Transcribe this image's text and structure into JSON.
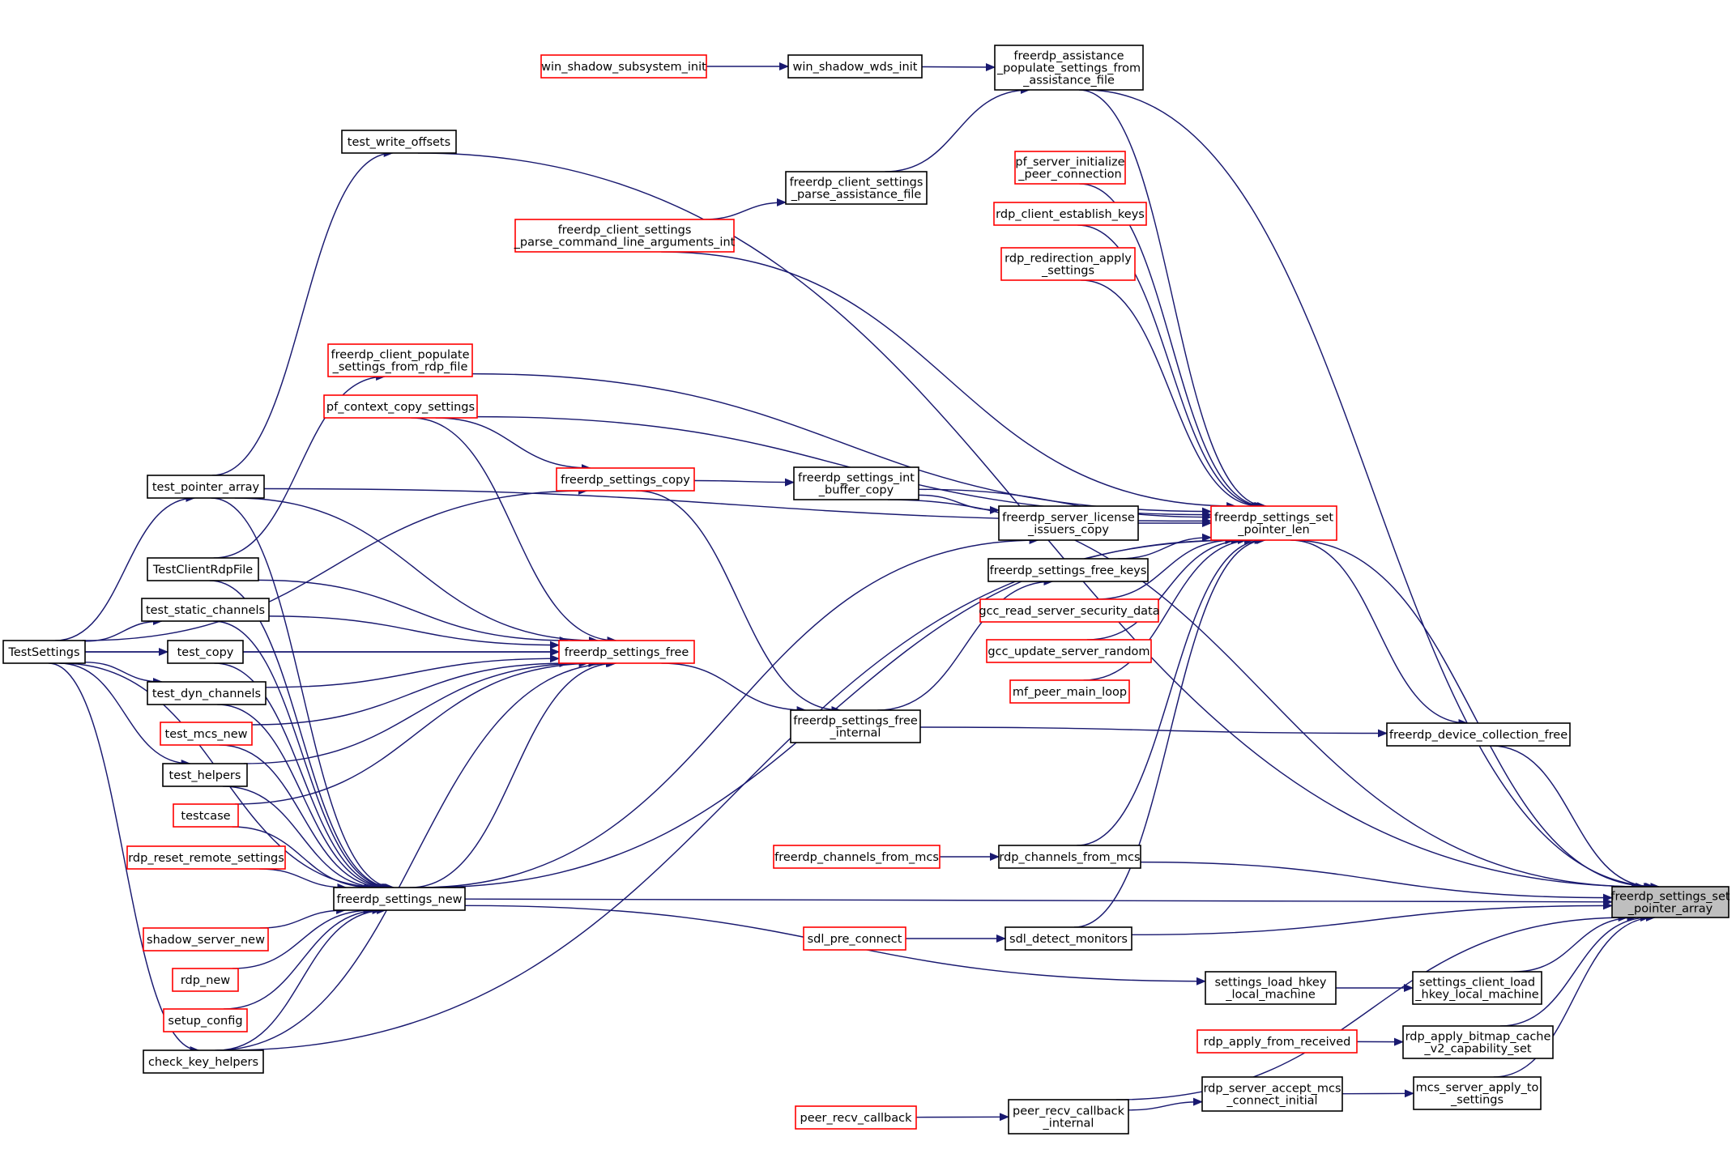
{
  "colors": {
    "edge": "#191970",
    "node_border_normal": "#000000",
    "node_border_truncated": "#ff0000",
    "node_fill": "#ffffff",
    "root_fill": "#bfbfbf"
  },
  "nodes": {
    "root": {
      "lines": [
        "freerdp_settings_set",
        "_pointer_array"
      ],
      "style": "root"
    },
    "set_pointer_len": {
      "lines": [
        "freerdp_settings_set",
        "_pointer_len"
      ],
      "style": "red"
    },
    "assistance_populate": {
      "lines": [
        "freerdp_assistance",
        "_populate_settings_from",
        "_assistance_file"
      ],
      "style": "black"
    },
    "win_shadow_subsystem_init": {
      "lines": [
        "win_shadow_subsystem_init"
      ],
      "style": "red"
    },
    "win_shadow_wds_init": {
      "lines": [
        "win_shadow_wds_init"
      ],
      "style": "black"
    },
    "test_write_offsets": {
      "lines": [
        "test_write_offsets"
      ],
      "style": "black"
    },
    "client_parse_assistance": {
      "lines": [
        "freerdp_client_settings",
        "_parse_assistance_file"
      ],
      "style": "black"
    },
    "client_parse_cmdline": {
      "lines": [
        "freerdp_client_settings",
        "_parse_command_line_arguments_int"
      ],
      "style": "red"
    },
    "pf_server_init_peer": {
      "lines": [
        "pf_server_initialize",
        "_peer_connection"
      ],
      "style": "red"
    },
    "rdp_client_establish_keys": {
      "lines": [
        "rdp_client_establish_keys"
      ],
      "style": "red"
    },
    "rdp_redirection_apply": {
      "lines": [
        "rdp_redirection_apply",
        "_settings"
      ],
      "style": "red"
    },
    "client_populate_rdp": {
      "lines": [
        "freerdp_client_populate",
        "_settings_from_rdp_file"
      ],
      "style": "red"
    },
    "pf_context_copy": {
      "lines": [
        "pf_context_copy_settings"
      ],
      "style": "red"
    },
    "settings_copy": {
      "lines": [
        "freerdp_settings_copy"
      ],
      "style": "red"
    },
    "int_buffer_copy": {
      "lines": [
        "freerdp_settings_int",
        "_buffer_copy"
      ],
      "style": "black"
    },
    "license_issuers_copy": {
      "lines": [
        "freerdp_server_license",
        "_issuers_copy"
      ],
      "style": "black"
    },
    "free_keys": {
      "lines": [
        "freerdp_settings_free_keys"
      ],
      "style": "black"
    },
    "gcc_read_sec": {
      "lines": [
        "gcc_read_server_security_data"
      ],
      "style": "red"
    },
    "gcc_update_random": {
      "lines": [
        "gcc_update_server_random"
      ],
      "style": "red"
    },
    "mf_peer_main_loop": {
      "lines": [
        "mf_peer_main_loop"
      ],
      "style": "red"
    },
    "settings_free": {
      "lines": [
        "freerdp_settings_free"
      ],
      "style": "red"
    },
    "free_internal": {
      "lines": [
        "freerdp_settings_free",
        "_internal"
      ],
      "style": "black"
    },
    "device_collection_free": {
      "lines": [
        "freerdp_device_collection_free"
      ],
      "style": "black"
    },
    "test_pointer_array": {
      "lines": [
        "test_pointer_array"
      ],
      "style": "black"
    },
    "TestClientRdpFile": {
      "lines": [
        "TestClientRdpFile"
      ],
      "style": "black"
    },
    "test_static_channels": {
      "lines": [
        "test_static_channels"
      ],
      "style": "black"
    },
    "TestSettings": {
      "lines": [
        "TestSettings"
      ],
      "style": "black"
    },
    "test_copy": {
      "lines": [
        "test_copy"
      ],
      "style": "black"
    },
    "test_dyn_channels": {
      "lines": [
        "test_dyn_channels"
      ],
      "style": "black"
    },
    "test_mcs_new": {
      "lines": [
        "test_mcs_new"
      ],
      "style": "red"
    },
    "test_helpers": {
      "lines": [
        "test_helpers"
      ],
      "style": "black"
    },
    "testcase": {
      "lines": [
        "testcase"
      ],
      "style": "red"
    },
    "rdp_reset_remote": {
      "lines": [
        "rdp_reset_remote_settings"
      ],
      "style": "red"
    },
    "settings_new": {
      "lines": [
        "freerdp_settings_new"
      ],
      "style": "black"
    },
    "shadow_server_new": {
      "lines": [
        "shadow_server_new"
      ],
      "style": "red"
    },
    "rdp_new": {
      "lines": [
        "rdp_new"
      ],
      "style": "red"
    },
    "setup_config": {
      "lines": [
        "setup_config"
      ],
      "style": "red"
    },
    "check_key_helpers": {
      "lines": [
        "check_key_helpers"
      ],
      "style": "black"
    },
    "channels_from_mcs_fr": {
      "lines": [
        "freerdp_channels_from_mcs"
      ],
      "style": "red"
    },
    "rdp_channels_from_mcs": {
      "lines": [
        "rdp_channels_from_mcs"
      ],
      "style": "black"
    },
    "sdl_pre_connect": {
      "lines": [
        "sdl_pre_connect"
      ],
      "style": "red"
    },
    "sdl_detect_monitors": {
      "lines": [
        "sdl_detect_monitors"
      ],
      "style": "black"
    },
    "settings_load_hkey": {
      "lines": [
        "settings_load_hkey",
        "_local_machine"
      ],
      "style": "black"
    },
    "settings_client_load_hkey": {
      "lines": [
        "settings_client_load",
        "_hkey_local_machine"
      ],
      "style": "black"
    },
    "rdp_apply_from_received": {
      "lines": [
        "rdp_apply_from_received"
      ],
      "style": "red"
    },
    "rdp_apply_bitmap_cache": {
      "lines": [
        "rdp_apply_bitmap_cache",
        "_v2_capability_set"
      ],
      "style": "black"
    },
    "peer_recv_callback": {
      "lines": [
        "peer_recv_callback"
      ],
      "style": "red"
    },
    "peer_recv_cb_internal": {
      "lines": [
        "peer_recv_callback",
        "_internal"
      ],
      "style": "black"
    },
    "rdp_server_accept_mcs": {
      "lines": [
        "rdp_server_accept_mcs",
        "_connect_initial"
      ],
      "style": "black"
    },
    "mcs_server_apply": {
      "lines": [
        "mcs_server_apply_to",
        "_settings"
      ],
      "style": "black"
    }
  },
  "edges": [
    [
      "win_shadow_subsystem_init",
      "win_shadow_wds_init"
    ],
    [
      "win_shadow_wds_init",
      "assistance_populate"
    ],
    [
      "client_parse_assistance",
      "assistance_populate"
    ],
    [
      "client_parse_cmdline",
      "client_parse_assistance"
    ],
    [
      "assistance_populate",
      "root"
    ],
    [
      "assistance_populate",
      "set_pointer_len"
    ],
    [
      "test_write_offsets",
      "root"
    ],
    [
      "test_pointer_array",
      "test_write_offsets"
    ],
    [
      "int_buffer_copy",
      "root"
    ],
    [
      "pf_server_init_peer",
      "set_pointer_len"
    ],
    [
      "rdp_client_establish_keys",
      "set_pointer_len"
    ],
    [
      "rdp_redirection_apply",
      "set_pointer_len"
    ],
    [
      "client_parse_cmdline",
      "set_pointer_len"
    ],
    [
      "test_pointer_array",
      "set_pointer_len"
    ],
    [
      "client_populate_rdp",
      "set_pointer_len"
    ],
    [
      "pf_context_copy",
      "set_pointer_len"
    ],
    [
      "int_buffer_copy",
      "set_pointer_len"
    ],
    [
      "license_issuers_copy",
      "set_pointer_len"
    ],
    [
      "free_keys",
      "set_pointer_len"
    ],
    [
      "gcc_read_sec",
      "set_pointer_len"
    ],
    [
      "gcc_update_random",
      "set_pointer_len"
    ],
    [
      "mf_peer_main_loop",
      "set_pointer_len"
    ],
    [
      "settings_new",
      "set_pointer_len"
    ],
    [
      "check_key_helpers",
      "set_pointer_len"
    ],
    [
      "rdp_channels_from_mcs",
      "set_pointer_len"
    ],
    [
      "sdl_detect_monitors",
      "set_pointer_len"
    ],
    [
      "set_pointer_len",
      "root"
    ],
    [
      "TestClientRdpFile",
      "client_populate_rdp"
    ],
    [
      "pf_context_copy",
      "settings_copy"
    ],
    [
      "TestSettings",
      "settings_copy"
    ],
    [
      "settings_copy",
      "int_buffer_copy"
    ],
    [
      "int_buffer_copy",
      "license_issuers_copy"
    ],
    [
      "settings_new",
      "license_issuers_copy"
    ],
    [
      "free_internal",
      "free_keys"
    ],
    [
      "settings_copy",
      "free_internal"
    ],
    [
      "settings_free",
      "free_internal"
    ],
    [
      "free_internal",
      "device_collection_free"
    ],
    [
      "set_pointer_len",
      "device_collection_free"
    ],
    [
      "device_collection_free",
      "root"
    ],
    [
      "pf_context_copy",
      "settings_free"
    ],
    [
      "test_pointer_array",
      "settings_free"
    ],
    [
      "TestSettings",
      "settings_free"
    ],
    [
      "TestClientRdpFile",
      "settings_free"
    ],
    [
      "test_static_channels",
      "settings_free"
    ],
    [
      "test_copy",
      "settings_free"
    ],
    [
      "test_dyn_channels",
      "settings_free"
    ],
    [
      "test_mcs_new",
      "settings_free"
    ],
    [
      "test_helpers",
      "settings_free"
    ],
    [
      "testcase",
      "settings_free"
    ],
    [
      "settings_new",
      "settings_free"
    ],
    [
      "check_key_helpers",
      "settings_free"
    ],
    [
      "TestSettings",
      "test_pointer_array"
    ],
    [
      "TestSettings",
      "test_static_channels"
    ],
    [
      "TestSettings",
      "test_copy"
    ],
    [
      "TestSettings",
      "test_dyn_channels"
    ],
    [
      "TestSettings",
      "test_helpers"
    ],
    [
      "TestSettings",
      "check_key_helpers"
    ],
    [
      "TestSettings",
      "settings_new"
    ],
    [
      "test_pointer_array",
      "settings_new"
    ],
    [
      "TestClientRdpFile",
      "settings_new"
    ],
    [
      "test_static_channels",
      "settings_new"
    ],
    [
      "test_copy",
      "settings_new"
    ],
    [
      "test_dyn_channels",
      "settings_new"
    ],
    [
      "test_mcs_new",
      "settings_new"
    ],
    [
      "test_helpers",
      "settings_new"
    ],
    [
      "testcase",
      "settings_new"
    ],
    [
      "rdp_reset_remote",
      "settings_new"
    ],
    [
      "shadow_server_new",
      "settings_new"
    ],
    [
      "rdp_new",
      "settings_new"
    ],
    [
      "setup_config",
      "settings_new"
    ],
    [
      "check_key_helpers",
      "settings_new"
    ],
    [
      "settings_new",
      "root"
    ],
    [
      "settings_new",
      "settings_load_hkey"
    ],
    [
      "channels_from_mcs_fr",
      "rdp_channels_from_mcs"
    ],
    [
      "rdp_channels_from_mcs",
      "root"
    ],
    [
      "sdl_pre_connect",
      "sdl_detect_monitors"
    ],
    [
      "sdl_detect_monitors",
      "root"
    ],
    [
      "settings_load_hkey",
      "settings_client_load_hkey"
    ],
    [
      "settings_client_load_hkey",
      "root"
    ],
    [
      "rdp_apply_from_received",
      "rdp_apply_bitmap_cache"
    ],
    [
      "rdp_apply_bitmap_cache",
      "root"
    ],
    [
      "peer_recv_callback",
      "peer_recv_cb_internal"
    ],
    [
      "peer_recv_cb_internal",
      "rdp_server_accept_mcs"
    ],
    [
      "rdp_server_accept_mcs",
      "mcs_server_apply"
    ],
    [
      "mcs_server_apply",
      "root"
    ],
    [
      "peer_recv_cb_internal",
      "root"
    ]
  ]
}
